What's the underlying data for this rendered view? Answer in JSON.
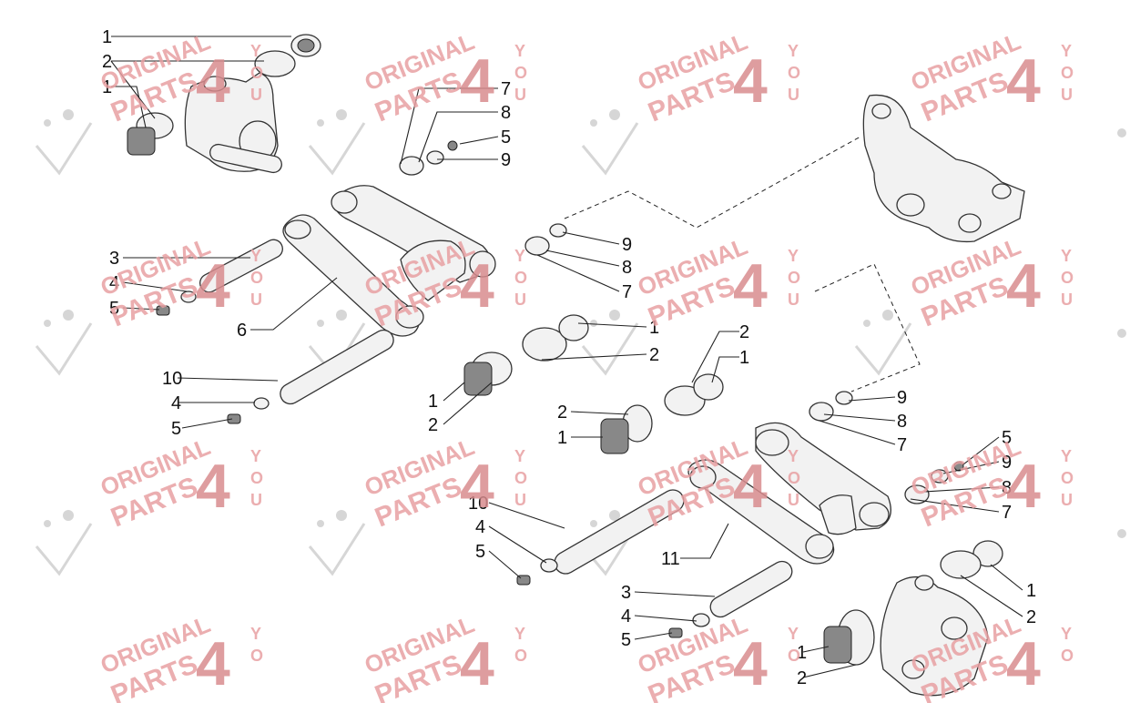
{
  "watermark": {
    "line1": "ORIGINAL",
    "line2": "PARTS",
    "numeral": "4",
    "letters": [
      "Y",
      "O",
      "U"
    ],
    "color": "#e59a9c"
  },
  "callouts": [
    {
      "id": "c1",
      "text": "1"
    },
    {
      "id": "c2",
      "text": "2"
    },
    {
      "id": "c3",
      "text": "1"
    },
    {
      "id": "c4",
      "text": "7"
    },
    {
      "id": "c5",
      "text": "8"
    },
    {
      "id": "c6",
      "text": "5"
    },
    {
      "id": "c7",
      "text": "9"
    },
    {
      "id": "c8",
      "text": "9"
    },
    {
      "id": "c9",
      "text": "8"
    },
    {
      "id": "c10",
      "text": "7"
    },
    {
      "id": "c11",
      "text": "3"
    },
    {
      "id": "c12",
      "text": "4"
    },
    {
      "id": "c13",
      "text": "5"
    },
    {
      "id": "c14",
      "text": "6"
    },
    {
      "id": "c15",
      "text": "1"
    },
    {
      "id": "c16",
      "text": "2"
    },
    {
      "id": "c17",
      "text": "10"
    },
    {
      "id": "c18",
      "text": "4"
    },
    {
      "id": "c19",
      "text": "5"
    },
    {
      "id": "c20",
      "text": "1"
    },
    {
      "id": "c21",
      "text": "2"
    },
    {
      "id": "c22",
      "text": "2"
    },
    {
      "id": "c23",
      "text": "1"
    },
    {
      "id": "c24",
      "text": "2"
    },
    {
      "id": "c25",
      "text": "1"
    },
    {
      "id": "c26",
      "text": "9"
    },
    {
      "id": "c27",
      "text": "8"
    },
    {
      "id": "c28",
      "text": "7"
    },
    {
      "id": "c29",
      "text": "5"
    },
    {
      "id": "c30",
      "text": "9"
    },
    {
      "id": "c31",
      "text": "8"
    },
    {
      "id": "c32",
      "text": "7"
    },
    {
      "id": "c33",
      "text": "10"
    },
    {
      "id": "c34",
      "text": "4"
    },
    {
      "id": "c35",
      "text": "5"
    },
    {
      "id": "c36",
      "text": "11"
    },
    {
      "id": "c37",
      "text": "3"
    },
    {
      "id": "c38",
      "text": "4"
    },
    {
      "id": "c39",
      "text": "5"
    },
    {
      "id": "c40",
      "text": "1"
    },
    {
      "id": "c41",
      "text": "2"
    },
    {
      "id": "c42",
      "text": "1"
    },
    {
      "id": "c43",
      "text": "2"
    }
  ]
}
